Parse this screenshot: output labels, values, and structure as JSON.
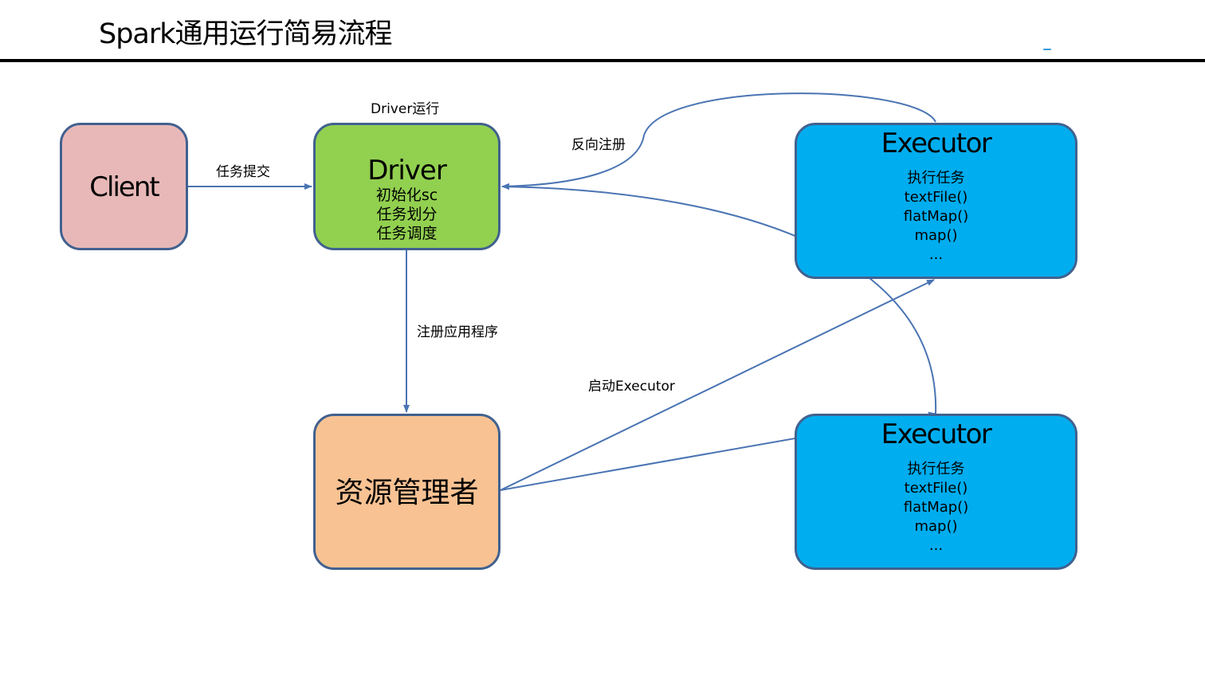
{
  "page": {
    "title": "Spark通用运行简易流程"
  },
  "nodes": {
    "client": {
      "label": "Client"
    },
    "driver": {
      "caption": "Driver运行",
      "label": "Driver",
      "lines": [
        "初始化sc",
        "任务划分",
        "任务调度"
      ]
    },
    "resource_manager": {
      "label": "资源管理者"
    },
    "executor_1": {
      "label": "Executor",
      "lines": [
        "执行任务",
        "textFile()",
        "flatMap()",
        "map()",
        "..."
      ]
    },
    "executor_2": {
      "label": "Executor",
      "lines": [
        "执行任务",
        "textFile()",
        "flatMap()",
        "map()",
        "..."
      ]
    }
  },
  "edges": {
    "submit": {
      "label": "任务提交"
    },
    "register_app": {
      "label": "注册应用程序"
    },
    "start_executor": {
      "label": "启动Executor"
    },
    "reverse_register": {
      "label": "反向注册"
    }
  },
  "colors": {
    "client": "#e8b8b8",
    "driver": "#92d050",
    "resource_manager": "#f8c293",
    "executor": "#00adef",
    "border": "#41618f",
    "arrow": "#4a74b3"
  }
}
